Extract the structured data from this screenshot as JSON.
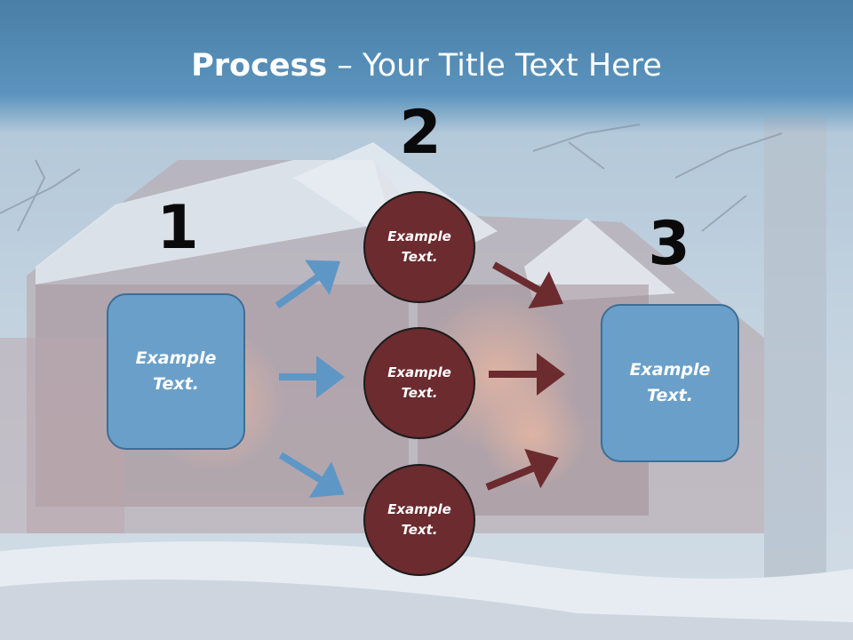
{
  "slide": {
    "title_bold": "Process",
    "title_rest": " – Your Title Text Here"
  },
  "steps": {
    "one": {
      "number": "1",
      "text": "Example\nText."
    },
    "two": {
      "number": "2",
      "circles": [
        {
          "text": "Example\nText."
        },
        {
          "text": "Example\nText."
        },
        {
          "text": "Example\nText."
        }
      ]
    },
    "three": {
      "number": "3",
      "text": "Example\nText."
    }
  },
  "colors": {
    "box_fill": "#6a9fc9",
    "circle_fill": "#6b2b2f",
    "blue_arrow": "#5e97c6",
    "red_arrow": "#6b2b2f"
  }
}
